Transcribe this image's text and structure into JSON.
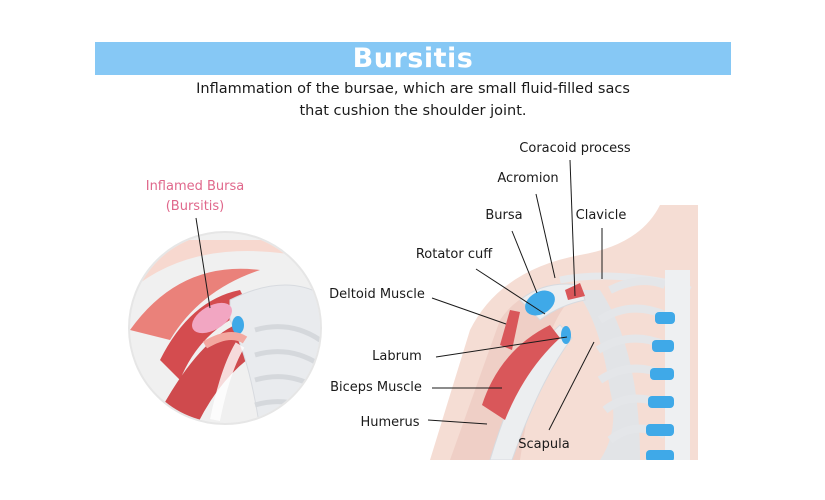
{
  "header": {
    "title": "Bursitis",
    "subtitle_line1": "Inflammation of the bursae, which are small fluid-filled sacs",
    "subtitle_line2": "that cushion the shoulder joint."
  },
  "inset": {
    "label_line1": "Inflamed Bursa",
    "label_line2": "(Bursitis)",
    "label_color": "#e0688c"
  },
  "labels": {
    "coracoid": "Coracoid process",
    "acromion": "Acromion",
    "clavicle": "Clavicle",
    "bursa": "Bursa",
    "rotator_cuff": "Rotator cuff",
    "deltoid": "Deltoid Muscle",
    "labrum": "Labrum",
    "biceps": "Biceps Muscle",
    "humerus": "Humerus",
    "scapula": "Scapula"
  },
  "colors": {
    "title_bar": "#86c8f5",
    "skin": "#f5ddd4",
    "muscle": "#d9575a",
    "bone": "#eceef0",
    "cartilage": "#3fa9e8"
  }
}
